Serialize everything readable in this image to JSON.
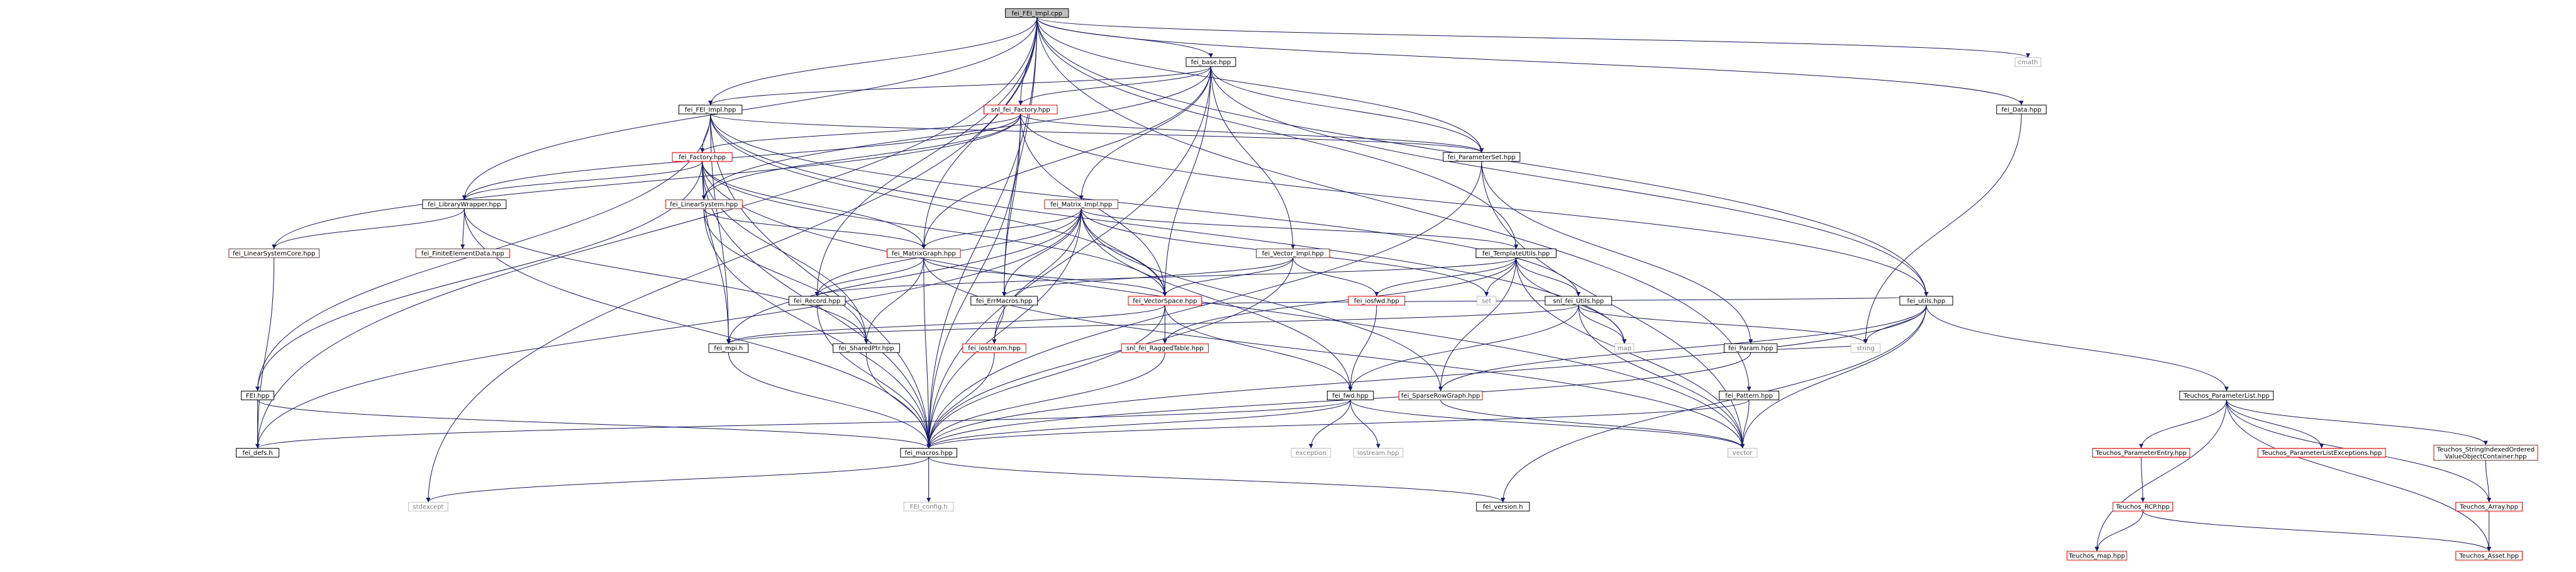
{
  "colors": {
    "edge": "#191970",
    "edge_alt": "#8b1a1a",
    "node_border": "#000000",
    "node_border_red": "#ff0000",
    "node_border_gray": "#bfbfbf",
    "node_fill": "#ffffff",
    "root_fill": "#bfbfbf",
    "text": "#000000",
    "text_gray": "#808080"
  },
  "nodes": [
    {
      "id": "root",
      "label": "fei_FEI_Impl.cpp",
      "style": "root"
    },
    {
      "id": "base",
      "label": "fei_base.hpp",
      "style": "black"
    },
    {
      "id": "cmath",
      "label": "cmath",
      "style": "gray"
    },
    {
      "id": "FEI_Impl",
      "label": "fei_FEI_Impl.hpp",
      "style": "black"
    },
    {
      "id": "snlFactory",
      "label": "snl_fei_Factory.hpp",
      "style": "red"
    },
    {
      "id": "Data",
      "label": "fei_Data.hpp",
      "style": "black"
    },
    {
      "id": "Factory",
      "label": "fei_Factory.hpp",
      "style": "red"
    },
    {
      "id": "ParameterSet",
      "label": "fei_ParameterSet.hpp",
      "style": "black"
    },
    {
      "id": "LibraryWrapper",
      "label": "fei_LibraryWrapper.hpp",
      "style": "black"
    },
    {
      "id": "LinearSystem",
      "label": "fei_LinearSystem.hpp",
      "style": "red"
    },
    {
      "id": "MatrixImpl",
      "label": "fei_Matrix_Impl.hpp",
      "style": "red"
    },
    {
      "id": "VectorImpl",
      "label": "fei_Vector_Impl.hpp",
      "style": "red"
    },
    {
      "id": "TemplateUtils",
      "label": "fei_TemplateUtils.hpp",
      "style": "black"
    },
    {
      "id": "LinearSystemCore",
      "label": "fei_LinearSystemCore.hpp",
      "style": "red"
    },
    {
      "id": "FiniteElementData",
      "label": "fei_FiniteElementData.hpp",
      "style": "red"
    },
    {
      "id": "MatrixGraph",
      "label": "fei_MatrixGraph.hpp",
      "style": "red"
    },
    {
      "id": "Record",
      "label": "fei_Record.hpp",
      "style": "black"
    },
    {
      "id": "ErrMacros",
      "label": "fei_ErrMacros.hpp",
      "style": "black"
    },
    {
      "id": "VectorSpace",
      "label": "fei_VectorSpace.hpp",
      "style": "red"
    },
    {
      "id": "iosfwd",
      "label": "fei_iosfwd.hpp",
      "style": "red"
    },
    {
      "id": "set",
      "label": "set",
      "style": "gray"
    },
    {
      "id": "snlUtils",
      "label": "snl_fei_Utils.hpp",
      "style": "black"
    },
    {
      "id": "map",
      "label": "map",
      "style": "gray"
    },
    {
      "id": "utils",
      "label": "fei_utils.hpp",
      "style": "black"
    },
    {
      "id": "mpi",
      "label": "fei_mpi.h",
      "style": "black"
    },
    {
      "id": "SharedPtr",
      "label": "fei_SharedPtr.hpp",
      "style": "black"
    },
    {
      "id": "iostream",
      "label": "fei_iostream.hpp",
      "style": "red"
    },
    {
      "id": "RaggedTable",
      "label": "snl_fei_RaggedTable.hpp",
      "style": "red"
    },
    {
      "id": "Param",
      "label": "fei_Param.hpp",
      "style": "black"
    },
    {
      "id": "FEI",
      "label": "FEI.hpp",
      "style": "black"
    },
    {
      "id": "fwd",
      "label": "fei_fwd.hpp",
      "style": "black"
    },
    {
      "id": "SparseRowGraph",
      "label": "fei_SparseRowGraph.hpp",
      "style": "red"
    },
    {
      "id": "Pattern",
      "label": "fei_Pattern.hpp",
      "style": "black"
    },
    {
      "id": "string",
      "label": "string",
      "style": "gray"
    },
    {
      "id": "TPL",
      "label": "Teuchos_ParameterList.hpp",
      "style": "black"
    },
    {
      "id": "defs",
      "label": "fei_defs.h",
      "style": "black"
    },
    {
      "id": "macros",
      "label": "fei_macros.hpp",
      "style": "black"
    },
    {
      "id": "exception",
      "label": "exception",
      "style": "gray"
    },
    {
      "id": "iostreamhpp",
      "label": "iostream.hpp",
      "style": "gray"
    },
    {
      "id": "vector",
      "label": "vector",
      "style": "gray"
    },
    {
      "id": "TPE",
      "label": "Teuchos_ParameterEntry.hpp",
      "style": "red"
    },
    {
      "id": "TPLE",
      "label": "Teuchos_ParameterListExceptions.hpp",
      "style": "red"
    },
    {
      "id": "TSIOVC",
      "label": "Teuchos_StringIndexedOrdered ValueObjectContainer.hpp",
      "style": "red"
    },
    {
      "id": "stdexcept",
      "label": "stdexcept",
      "style": "gray"
    },
    {
      "id": "FEIconfig",
      "label": "FEI_config.h",
      "style": "gray"
    },
    {
      "id": "version",
      "label": "fei_version.h",
      "style": "black"
    },
    {
      "id": "RCP",
      "label": "Teuchos_RCP.hpp",
      "style": "red"
    },
    {
      "id": "TArray",
      "label": "Teuchos_Array.hpp",
      "style": "red"
    },
    {
      "id": "Tmap",
      "label": "Teuchos_map.hpp",
      "style": "red"
    },
    {
      "id": "TAsset",
      "label": "Teuchos_Asset.hpp",
      "style": "red"
    }
  ],
  "edges": [
    [
      "root",
      "base"
    ],
    [
      "root",
      "cmath"
    ],
    [
      "root",
      "FEI_Impl"
    ],
    [
      "root",
      "snlFactory"
    ],
    [
      "root",
      "Data"
    ],
    [
      "root",
      "ParameterSet"
    ],
    [
      "root",
      "LibraryWrapper"
    ],
    [
      "root",
      "MatrixGraph"
    ],
    [
      "root",
      "Record"
    ],
    [
      "root",
      "ErrMacros"
    ],
    [
      "root",
      "TemplateUtils"
    ],
    [
      "root",
      "utils"
    ],
    [
      "root",
      "Pattern"
    ],
    [
      "root",
      "defs"
    ],
    [
      "root",
      "macros"
    ],
    [
      "root",
      "stdexcept"
    ],
    [
      "base",
      "FEI_Impl"
    ],
    [
      "base",
      "snlFactory"
    ],
    [
      "base",
      "ParameterSet"
    ],
    [
      "base",
      "MatrixImpl"
    ],
    [
      "base",
      "VectorImpl"
    ],
    [
      "base",
      "MatrixGraph"
    ],
    [
      "base",
      "VectorSpace"
    ],
    [
      "base",
      "LinearSystem"
    ],
    [
      "base",
      "utils"
    ],
    [
      "base",
      "macros"
    ],
    [
      "FEI_Impl",
      "Factory"
    ],
    [
      "FEI_Impl",
      "ParameterSet"
    ],
    [
      "FEI_Impl",
      "FEI"
    ],
    [
      "FEI_Impl",
      "mpi"
    ],
    [
      "FEI_Impl",
      "macros"
    ],
    [
      "FEI_Impl",
      "VectorSpace"
    ],
    [
      "FEI_Impl",
      "snlUtils"
    ],
    [
      "FEI_Impl",
      "map"
    ],
    [
      "snlFactory",
      "Factory"
    ],
    [
      "snlFactory",
      "LibraryWrapper"
    ],
    [
      "snlFactory",
      "LinearSystem"
    ],
    [
      "snlFactory",
      "ErrMacros"
    ],
    [
      "snlFactory",
      "VectorSpace"
    ],
    [
      "snlFactory",
      "ParameterSet"
    ],
    [
      "snlFactory",
      "utils"
    ],
    [
      "snlFactory",
      "macros"
    ],
    [
      "snlFactory",
      "LinearSystemCore"
    ],
    [
      "Data",
      "string"
    ],
    [
      "Factory",
      "LibraryWrapper"
    ],
    [
      "Factory",
      "LinearSystem"
    ],
    [
      "Factory",
      "MatrixGraph"
    ],
    [
      "Factory",
      "VectorSpace"
    ],
    [
      "Factory",
      "macros"
    ],
    [
      "Factory",
      "FEI"
    ],
    [
      "Factory",
      "mpi"
    ],
    [
      "Factory",
      "SharedPtr"
    ],
    [
      "Factory",
      "vector"
    ],
    [
      "ParameterSet",
      "Param"
    ],
    [
      "ParameterSet",
      "macros"
    ],
    [
      "ParameterSet",
      "vector"
    ],
    [
      "LibraryWrapper",
      "LinearSystemCore"
    ],
    [
      "LibraryWrapper",
      "FiniteElementData"
    ],
    [
      "LibraryWrapper",
      "SharedPtr"
    ],
    [
      "LibraryWrapper",
      "macros"
    ],
    [
      "LinearSystem",
      "MatrixGraph"
    ],
    [
      "LinearSystem",
      "SharedPtr"
    ],
    [
      "LinearSystem",
      "macros"
    ],
    [
      "MatrixImpl",
      "MatrixGraph"
    ],
    [
      "MatrixImpl",
      "Record"
    ],
    [
      "MatrixImpl",
      "ErrMacros"
    ],
    [
      "MatrixImpl",
      "VectorSpace"
    ],
    [
      "MatrixImpl",
      "TemplateUtils"
    ],
    [
      "MatrixImpl",
      "mpi"
    ],
    [
      "MatrixImpl",
      "iostream"
    ],
    [
      "MatrixImpl",
      "fwd"
    ],
    [
      "MatrixImpl",
      "macros"
    ],
    [
      "MatrixImpl",
      "defs"
    ],
    [
      "MatrixImpl",
      "set"
    ],
    [
      "MatrixImpl",
      "SparseRowGraph"
    ],
    [
      "VectorImpl",
      "VectorSpace"
    ],
    [
      "VectorImpl",
      "iosfwd"
    ],
    [
      "VectorImpl",
      "ErrMacros"
    ],
    [
      "VectorImpl",
      "macros"
    ],
    [
      "TemplateUtils",
      "Record"
    ],
    [
      "TemplateUtils",
      "snlUtils"
    ],
    [
      "TemplateUtils",
      "iosfwd"
    ],
    [
      "TemplateUtils",
      "set"
    ],
    [
      "TemplateUtils",
      "map"
    ],
    [
      "TemplateUtils",
      "RaggedTable"
    ],
    [
      "TemplateUtils",
      "vector"
    ],
    [
      "TemplateUtils",
      "SparseRowGraph"
    ],
    [
      "LinearSystemCore",
      "defs"
    ],
    [
      "MatrixGraph",
      "VectorSpace"
    ],
    [
      "MatrixGraph",
      "Record"
    ],
    [
      "MatrixGraph",
      "SharedPtr"
    ],
    [
      "MatrixGraph",
      "macros"
    ],
    [
      "MatrixGraph",
      "vector"
    ],
    [
      "Record",
      "macros"
    ],
    [
      "ErrMacros",
      "iostream"
    ],
    [
      "VectorSpace",
      "RaggedTable"
    ],
    [
      "VectorSpace",
      "mpi"
    ],
    [
      "VectorSpace",
      "fwd"
    ],
    [
      "VectorSpace",
      "macros"
    ],
    [
      "VectorSpace",
      "utils"
    ],
    [
      "iosfwd",
      "fwd"
    ],
    [
      "snlUtils",
      "mpi"
    ],
    [
      "snlUtils",
      "fwd"
    ],
    [
      "snlUtils",
      "map"
    ],
    [
      "snlUtils",
      "vector"
    ],
    [
      "snlUtils",
      "string"
    ],
    [
      "utils",
      "TPL"
    ],
    [
      "utils",
      "string"
    ],
    [
      "utils",
      "vector"
    ],
    [
      "utils",
      "macros"
    ],
    [
      "utils",
      "version"
    ],
    [
      "utils",
      "SparseRowGraph"
    ],
    [
      "mpi",
      "macros"
    ],
    [
      "SharedPtr",
      "macros"
    ],
    [
      "iostream",
      "macros"
    ],
    [
      "RaggedTable",
      "macros"
    ],
    [
      "Param",
      "macros"
    ],
    [
      "Param",
      "string"
    ],
    [
      "FEI",
      "defs"
    ],
    [
      "FEI",
      "macros"
    ],
    [
      "fwd",
      "macros"
    ],
    [
      "fwd",
      "exception"
    ],
    [
      "fwd",
      "iostreamhpp"
    ],
    [
      "fwd",
      "defs"
    ],
    [
      "fwd",
      "vector"
    ],
    [
      "SparseRowGraph",
      "vector"
    ],
    [
      "Pattern",
      "vector"
    ],
    [
      "Pattern",
      "macros"
    ],
    [
      "TPL",
      "TPE"
    ],
    [
      "TPL",
      "TPLE"
    ],
    [
      "TPL",
      "TSIOVC"
    ],
    [
      "TPL",
      "Tmap"
    ],
    [
      "TPL",
      "TArray"
    ],
    [
      "TPL",
      "TAsset"
    ],
    [
      "TPE",
      "RCP"
    ],
    [
      "TSIOVC",
      "TArray"
    ],
    [
      "RCP",
      "Tmap"
    ],
    [
      "RCP",
      "TAsset"
    ],
    [
      "TArray",
      "TAsset"
    ],
    [
      "macros",
      "FEIconfig"
    ],
    [
      "macros",
      "stdexcept"
    ],
    [
      "macros",
      "version"
    ]
  ]
}
